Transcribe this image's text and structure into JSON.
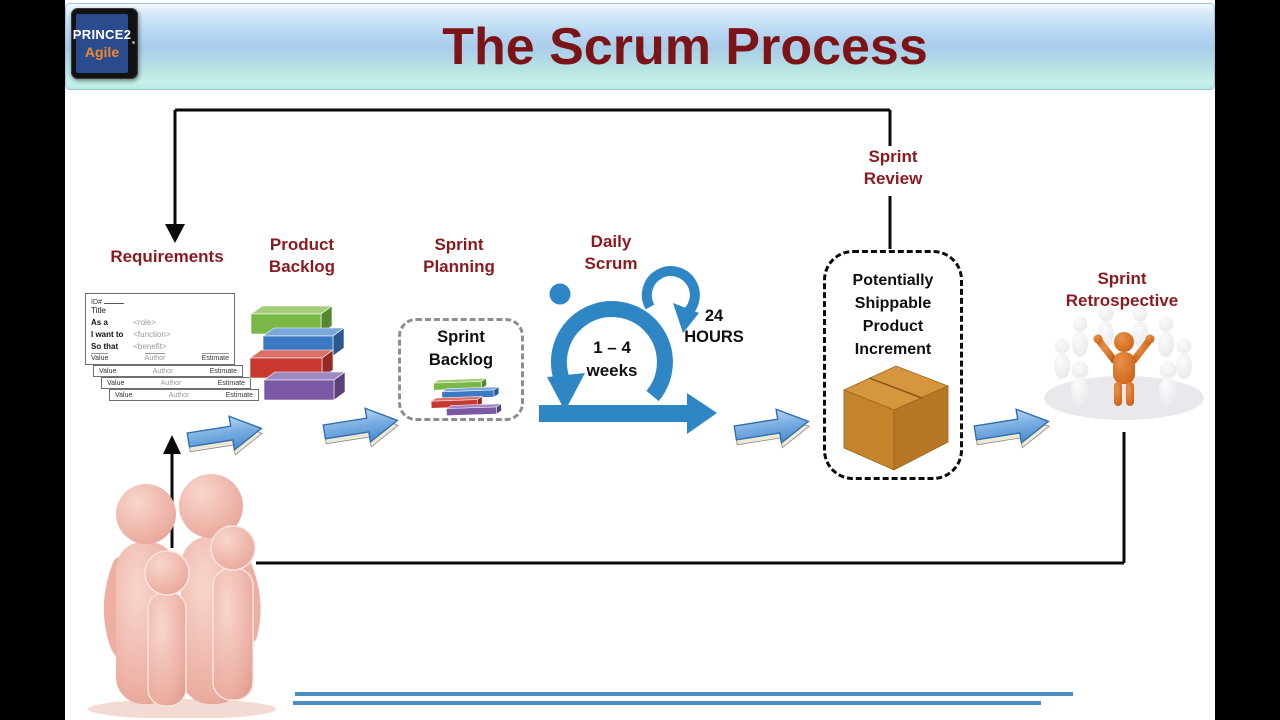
{
  "header": {
    "title": "The Scrum Process",
    "logo": {
      "top": "PRINCE2",
      "bottom": "Agile"
    }
  },
  "labels": {
    "requirements": "Requirements",
    "product_backlog": "Product\nBacklog",
    "sprint_planning": "Sprint\nPlanning",
    "daily_scrum": "Daily\nScrum",
    "sprint_review": "Sprint\nReview",
    "sprint_retrospective": "Sprint\nRetrospective"
  },
  "sprint_backlog": {
    "label": "Sprint\nBacklog"
  },
  "increment": {
    "label": "Potentially\nShippable\nProduct\nIncrement"
  },
  "timeboxes": {
    "sprint": "1 – 4\nweeks",
    "daily": "24\nHOURS"
  },
  "story_card": {
    "id_label": "ID#",
    "title_label": "Title",
    "fields": [
      {
        "key": "As a",
        "value": "<role>"
      },
      {
        "key": "I want to",
        "value": "<function>"
      },
      {
        "key": "So that",
        "value": "<benefit>"
      }
    ],
    "footer": [
      "Value",
      "Author",
      "Estimate"
    ]
  },
  "colors": {
    "title_red": "#7c1417",
    "label_red": "#8b1a1e",
    "scrum_blue": "#2e86c4",
    "arrow_blue_light": "#a8ccef",
    "arrow_blue_dark": "#2f6fae",
    "brick_green": "#79b746",
    "brick_blue": "#3c79c4",
    "brick_red": "#c8382f",
    "brick_purple": "#7a58a5",
    "box_orange": "#c5832c",
    "family_pink": "#ecafa2",
    "retro_orange": "#d0691c",
    "rule_blue": "#4a90c4",
    "header_blue": "#a9cdea",
    "header_aqua": "#c6f1e9",
    "logo_screen_blue": "#2a4c8e",
    "logo_agile_orange": "#f08a28"
  }
}
